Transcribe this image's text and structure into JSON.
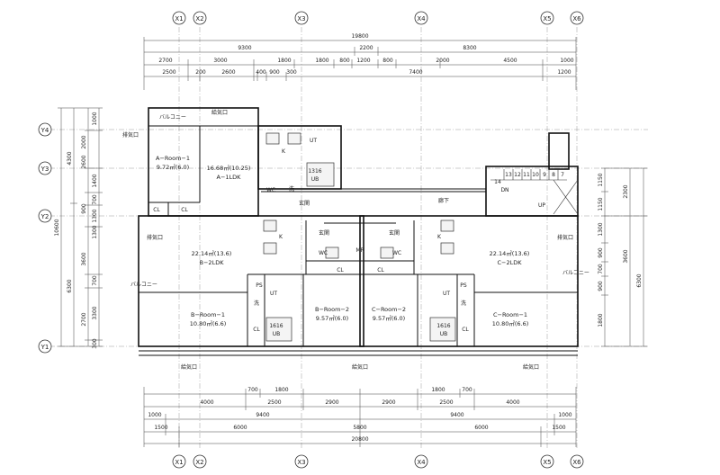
{
  "grid_columns": [
    "X1",
    "X2",
    "X3",
    "X4",
    "X5",
    "X6"
  ],
  "grid_rows": [
    "Y4",
    "Y3",
    "Y2",
    "Y1"
  ],
  "top_dims": {
    "total": "19800",
    "row2": [
      "9300",
      "2200",
      "8300"
    ],
    "row3": [
      "2700",
      "3000",
      "1800",
      "1800",
      "800",
      "1200",
      "800",
      "2000",
      "4500",
      "1000"
    ],
    "row4": [
      "2500",
      "200",
      "2600",
      "400",
      "900",
      "300",
      "7400",
      "1200"
    ]
  },
  "bottom_dims": {
    "row1": [
      "700",
      "1800",
      "1800",
      "700"
    ],
    "row2": [
      "4000",
      "2500",
      "2900",
      "2900",
      "2500",
      "4000"
    ],
    "row3": [
      "1000",
      "9400",
      "9400",
      "1000"
    ],
    "row4": [
      "1500",
      "6000",
      "5800",
      "6000",
      "1500"
    ],
    "total": "20800"
  },
  "left_dims": {
    "total": "10600",
    "a": [
      "4300",
      "6300"
    ],
    "b": [
      "1000",
      "2600",
      "1400",
      "700",
      "900",
      "1300",
      "3600",
      "700",
      "2700",
      "300"
    ],
    "c": [
      "3600",
      "2000",
      "1300",
      "3300",
      "2700"
    ]
  },
  "right_dims": {
    "a": [
      "1150",
      "1150",
      "1300",
      "900",
      "700",
      "900",
      "1800"
    ],
    "b": [
      "2300",
      "3600"
    ],
    "c": [
      "6300"
    ]
  },
  "rooms": {
    "a_room_1": "A−Room−1",
    "a_room_1_area": "9.72㎡(6.0)",
    "a_ldk_area": "16.68㎡(10.25)",
    "a_ldk": "A−1LDK",
    "b_ldk_area": "22.14㎡(13.6)",
    "b_ldk": "B−2LDK",
    "c_ldk_area": "22.14㎡(13.6)",
    "c_ldk": "C−2LDK",
    "b_room_1": "B−Room−1",
    "b_room_1_area": "10.80㎡(6.6)",
    "b_room_2": "B−Room−2",
    "b_room_2_area": "9.57㎡(6.0)",
    "c_room_2": "C−Room−2",
    "c_room_2_area": "9.57㎡(6.0)",
    "c_room_1": "C−Room−1",
    "c_room_1_area": "10.80㎡(6.6)"
  },
  "labels": {
    "balcony": "バルコニー",
    "corridor": "廊下",
    "entrance": "玄関",
    "k": "K",
    "ut": "UT",
    "ub": "UB",
    "ub_1316": "1316",
    "ub_1616": "1616",
    "wc": "WC",
    "cl": "CL",
    "ps": "PS",
    "mr": "MR",
    "exhaust": "排気口",
    "intake": "給気口",
    "dn": "DN",
    "up": "UP",
    "stair_nums_top": [
      "13",
      "12",
      "11",
      "10",
      "9",
      "8",
      "7"
    ],
    "stair_num_left": "14",
    "tiny_room": "洗"
  }
}
